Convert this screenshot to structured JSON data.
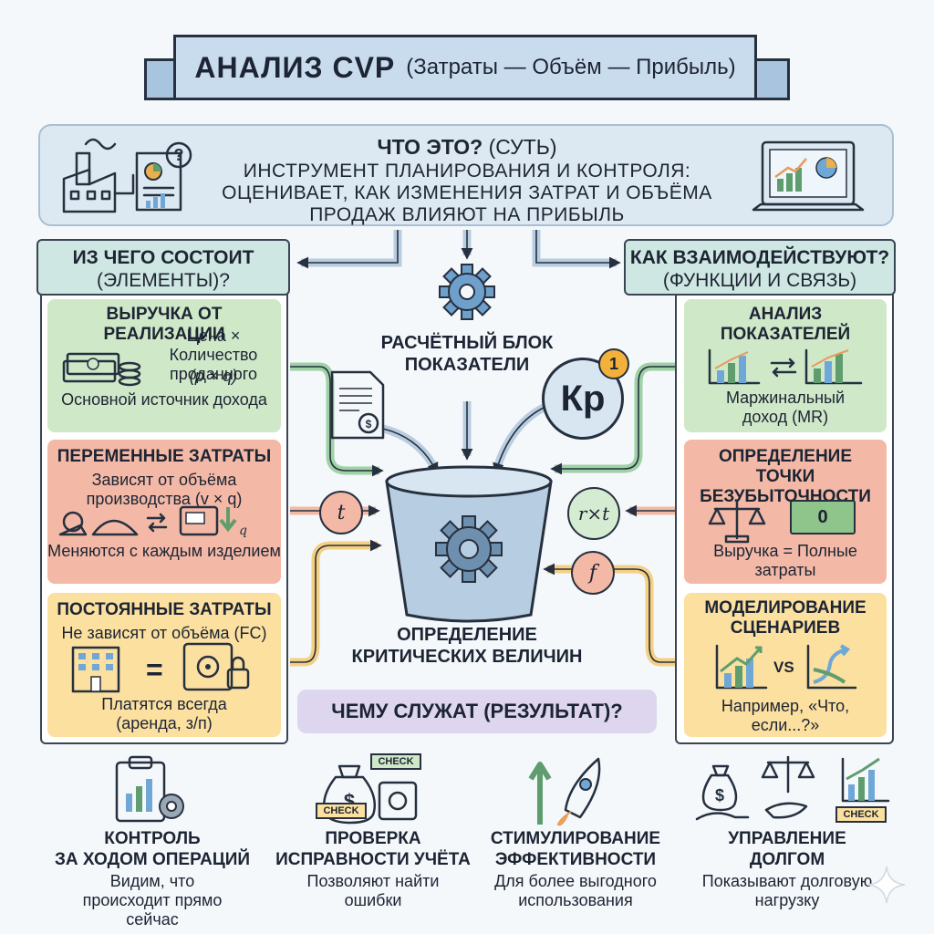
{
  "title": {
    "main": "АНАЛИЗ CVP",
    "sub": "(Затраты — Объём — Прибыль)"
  },
  "what": {
    "title": "ЧТО ЭТО?",
    "title_note": "(СУТЬ)",
    "text": "Инструмент планирования и контроля: оценивает, как изменения затрат и объёма продаж влияют на прибыль"
  },
  "left": {
    "heading_line1": "ИЗ ЧЕГО СОСТОИТ",
    "heading_line2": "(ЭЛЕМЕНТЫ)?",
    "cards": [
      {
        "title": "ВЫРУЧКА ОТ РЕАЛИЗАЦИИ",
        "body1": "Цена × Количество проданного",
        "formula": "(p × q)",
        "body2": "Основной источник дохода"
      },
      {
        "title": "ПЕРЕМЕННЫЕ ЗАТРАТЫ",
        "body1": "Зависят от объёма производства (v × q)",
        "body2": "Меняются с каждым изделием"
      },
      {
        "title": "ПОСТОЯННЫЕ ЗАТРАТЫ",
        "body1": "Не зависят от объёма (FC)",
        "body2": "Платятся всегда (аренда, з/п)"
      }
    ]
  },
  "right": {
    "heading_line1": "КАК ВЗАИМОДЕЙСТВУЮТ?",
    "heading_line2": "(ФУНКЦИИ И СВЯЗЬ)",
    "cards": [
      {
        "title": "АНАЛИЗ ПОКАЗАТЕЛЕЙ",
        "body": "Маржинальный доход (MR)"
      },
      {
        "title": "ОПРЕДЕЛЕНИЕ ТОЧКИ БЕЗУБЫТОЧНОСТИ",
        "body": "Выручка = Полные затраты",
        "badge": "0"
      },
      {
        "title": "МОДЕЛИРОВАНИЕ СЦЕНАРИЕВ",
        "vs": "VS",
        "body": "Например, «Что, если...?»"
      }
    ]
  },
  "center": {
    "calc_label": "Расчётный блок показатели",
    "kp": "Кр",
    "kp_badge": "1",
    "output_label": "Определение критических величин",
    "symbols": {
      "t": "t",
      "rt": "r×t",
      "f": "f",
      "equals": "="
    }
  },
  "result": {
    "title": "ЧЕМУ СЛУЖАТ (РЕЗУЛЬТАТ)?"
  },
  "check_label": "CHECK",
  "bottom": [
    {
      "title_line1": "КОНТРОЛЬ",
      "title_line2": "ЗА ХОДОМ ОПЕРАЦИЙ",
      "body": "Видим, что происходит прямо сейчас"
    },
    {
      "title_line1": "ПРОВЕРКА",
      "title_line2": "ИСПРАВНОСТИ УЧЁТА",
      "body": "Позволяют найти ошибки"
    },
    {
      "title_line1": "СТИМУЛИРОВАНИЕ",
      "title_line2": "ЭФФЕКТИВНОСТИ",
      "body": "Для более выгодного использования"
    },
    {
      "title_line1": "УПРАВЛЕНИЕ",
      "title_line2": "ДОЛГОМ",
      "body": "Показывают долговую нагрузку"
    }
  ],
  "colors": {
    "green": "#cfe8c8",
    "red": "#f3b9a6",
    "yellow": "#fbe0a0",
    "blue": "#c9dcee",
    "purple": "#ddd6ee"
  }
}
